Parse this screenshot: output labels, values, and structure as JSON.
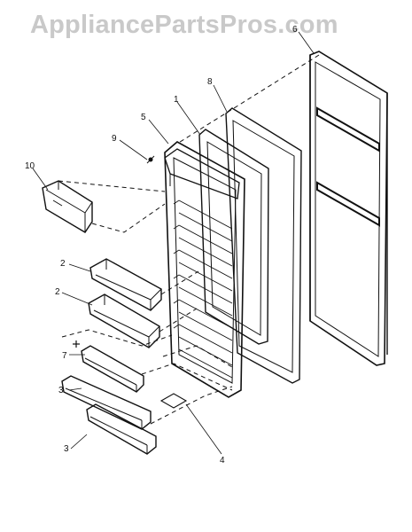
{
  "watermark": {
    "text": "AppliancePartsPros.com"
  },
  "callouts": [
    "1",
    "2",
    "2",
    "3",
    "3",
    "4",
    "5",
    "6",
    "7",
    "8",
    "9",
    "10"
  ]
}
